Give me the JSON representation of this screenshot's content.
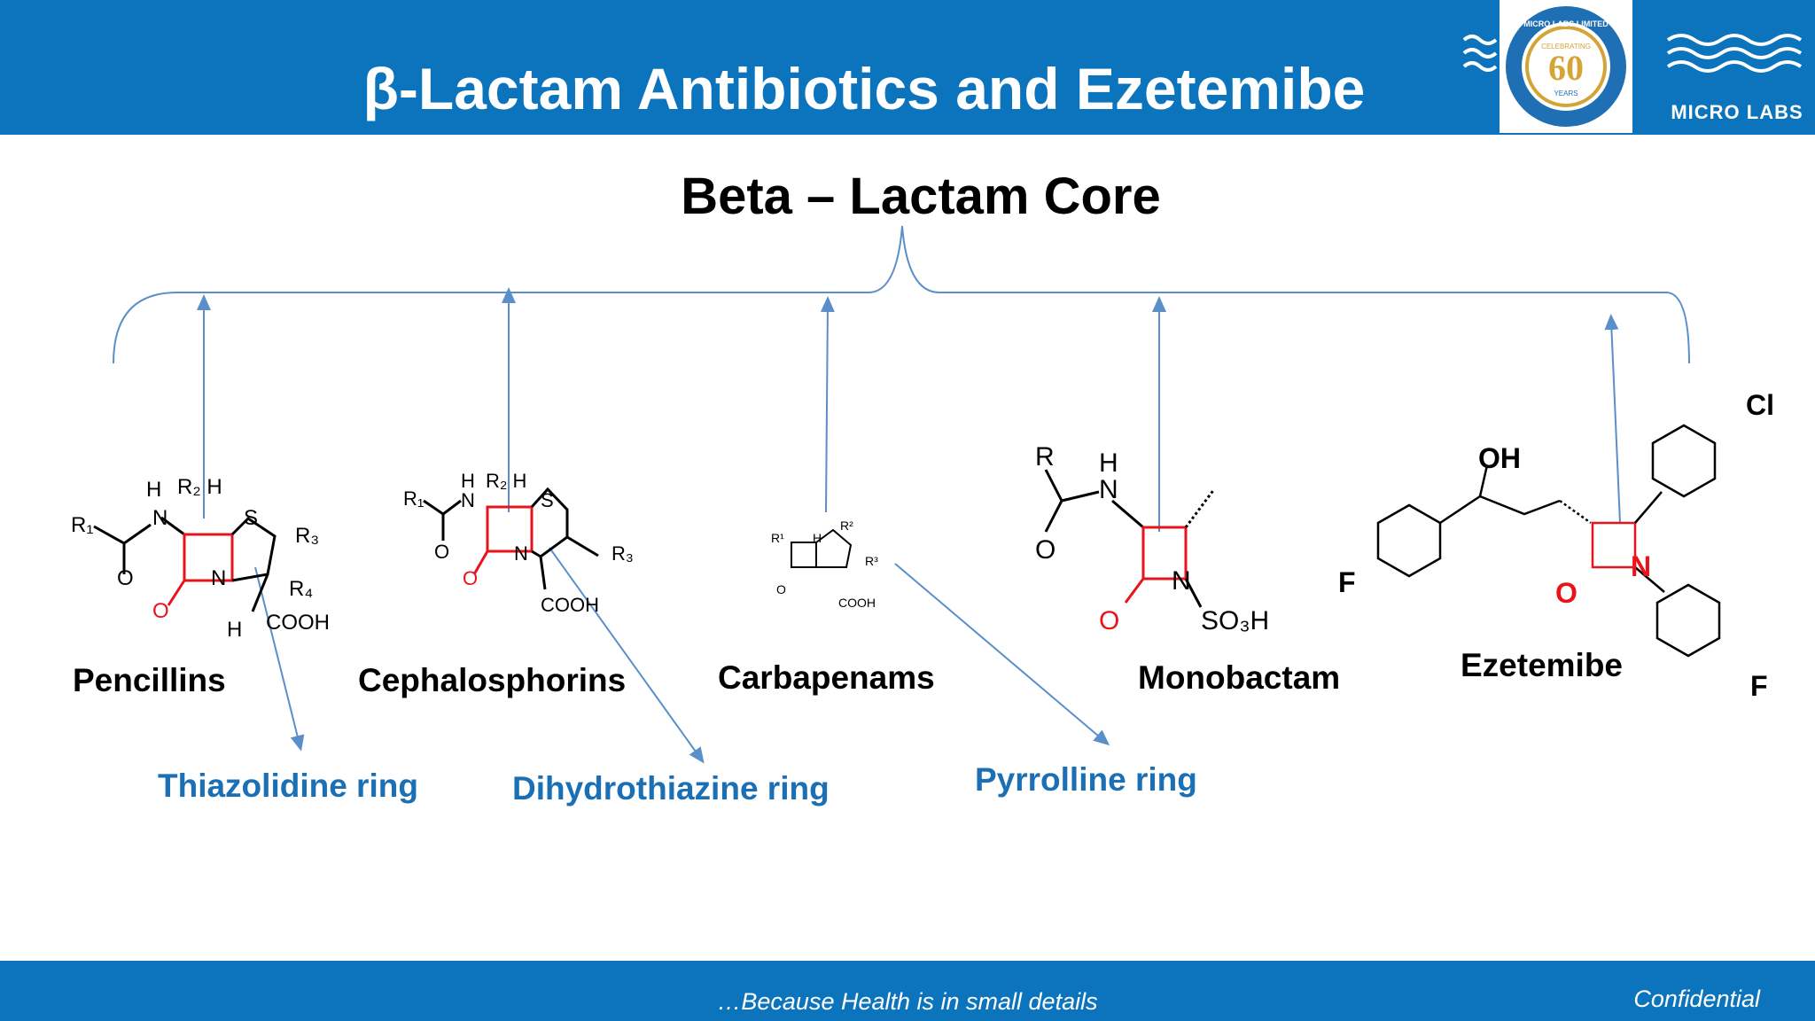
{
  "header": {
    "title": "β-Lactam Antibiotics and Ezetemibe"
  },
  "logo": {
    "arc_text": "MICRO LABS LIMITED",
    "celebrating": "CELEBRATING",
    "number": "60",
    "years": "YEARS",
    "brand": "MICRO LABS"
  },
  "core_title": "Beta – Lactam Core",
  "classes": [
    {
      "name": "Pencillins"
    },
    {
      "name": "Cephalosphorins"
    },
    {
      "name": "Carbapenams"
    },
    {
      "name": "Monobactam"
    },
    {
      "name": "Ezetemibe"
    }
  ],
  "rings": [
    "Thiazolidine ring",
    "Dihydrothiazine ring",
    "Pyrrolline ring"
  ],
  "footer": {
    "tagline": "…Because Health is in small details",
    "confidential": "Confidential"
  },
  "colors": {
    "brand_blue": "#0b74bd",
    "ring_text": "#1a6fb5",
    "arrow": "#5b8fc9",
    "core_red": "#e8131b"
  }
}
